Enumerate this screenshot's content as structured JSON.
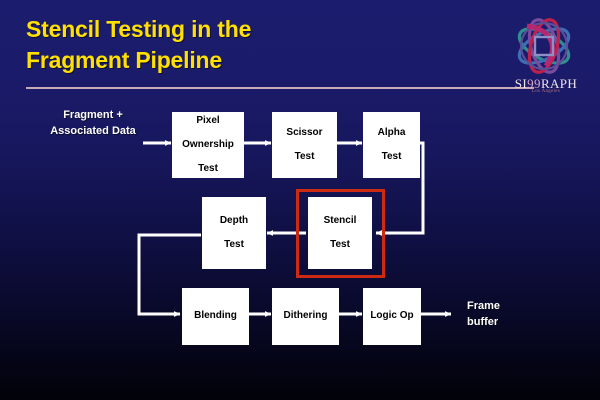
{
  "slide": {
    "title_line1": "Stencil Testing in the",
    "title_line2": "Fragment Pipeline",
    "title_color": "#ffe000",
    "background_top": "#1c1c6e",
    "background_bottom": "#020209",
    "rule_color": "#c6a9b4"
  },
  "logo": {
    "wordmark_pre": "SI",
    "wordmark_num": "99",
    "wordmark_post": "RAPH",
    "wordmark_full": "SI99RAPH",
    "subtitle": "Los Angeles",
    "ring_colors": [
      "#9b2b6b",
      "#c0214a",
      "#2f8f8f",
      "#3d6fb5",
      "#7a4b9e"
    ]
  },
  "diagram": {
    "input_label": {
      "line1": "Fragment",
      "line2": "+",
      "line3": "Associated",
      "line4": "Data"
    },
    "output_label": {
      "line1": "Frame",
      "line2": "buffer"
    },
    "highlight_color": "#cc2b12",
    "node_fill": "#ffffff",
    "node_text_color": "#000000",
    "wire_color": "#ffffff",
    "nodes": [
      {
        "id": "pixel-ownership-test",
        "lines": [
          "Pixel",
          "Ownership",
          "Test"
        ],
        "highlighted": false
      },
      {
        "id": "scissor-test",
        "lines": [
          "Scissor",
          "Test"
        ],
        "highlighted": false
      },
      {
        "id": "alpha-test",
        "lines": [
          "Alpha",
          "Test"
        ],
        "highlighted": false
      },
      {
        "id": "stencil-test",
        "lines": [
          "Stencil",
          "Test"
        ],
        "highlighted": true
      },
      {
        "id": "depth-test",
        "lines": [
          "Depth",
          "Test"
        ],
        "highlighted": false
      },
      {
        "id": "blending",
        "lines": [
          "Blending"
        ],
        "highlighted": false
      },
      {
        "id": "dithering",
        "lines": [
          "Dithering"
        ],
        "highlighted": false
      },
      {
        "id": "logic-op",
        "lines": [
          "Logic Op"
        ],
        "highlighted": false
      }
    ]
  }
}
